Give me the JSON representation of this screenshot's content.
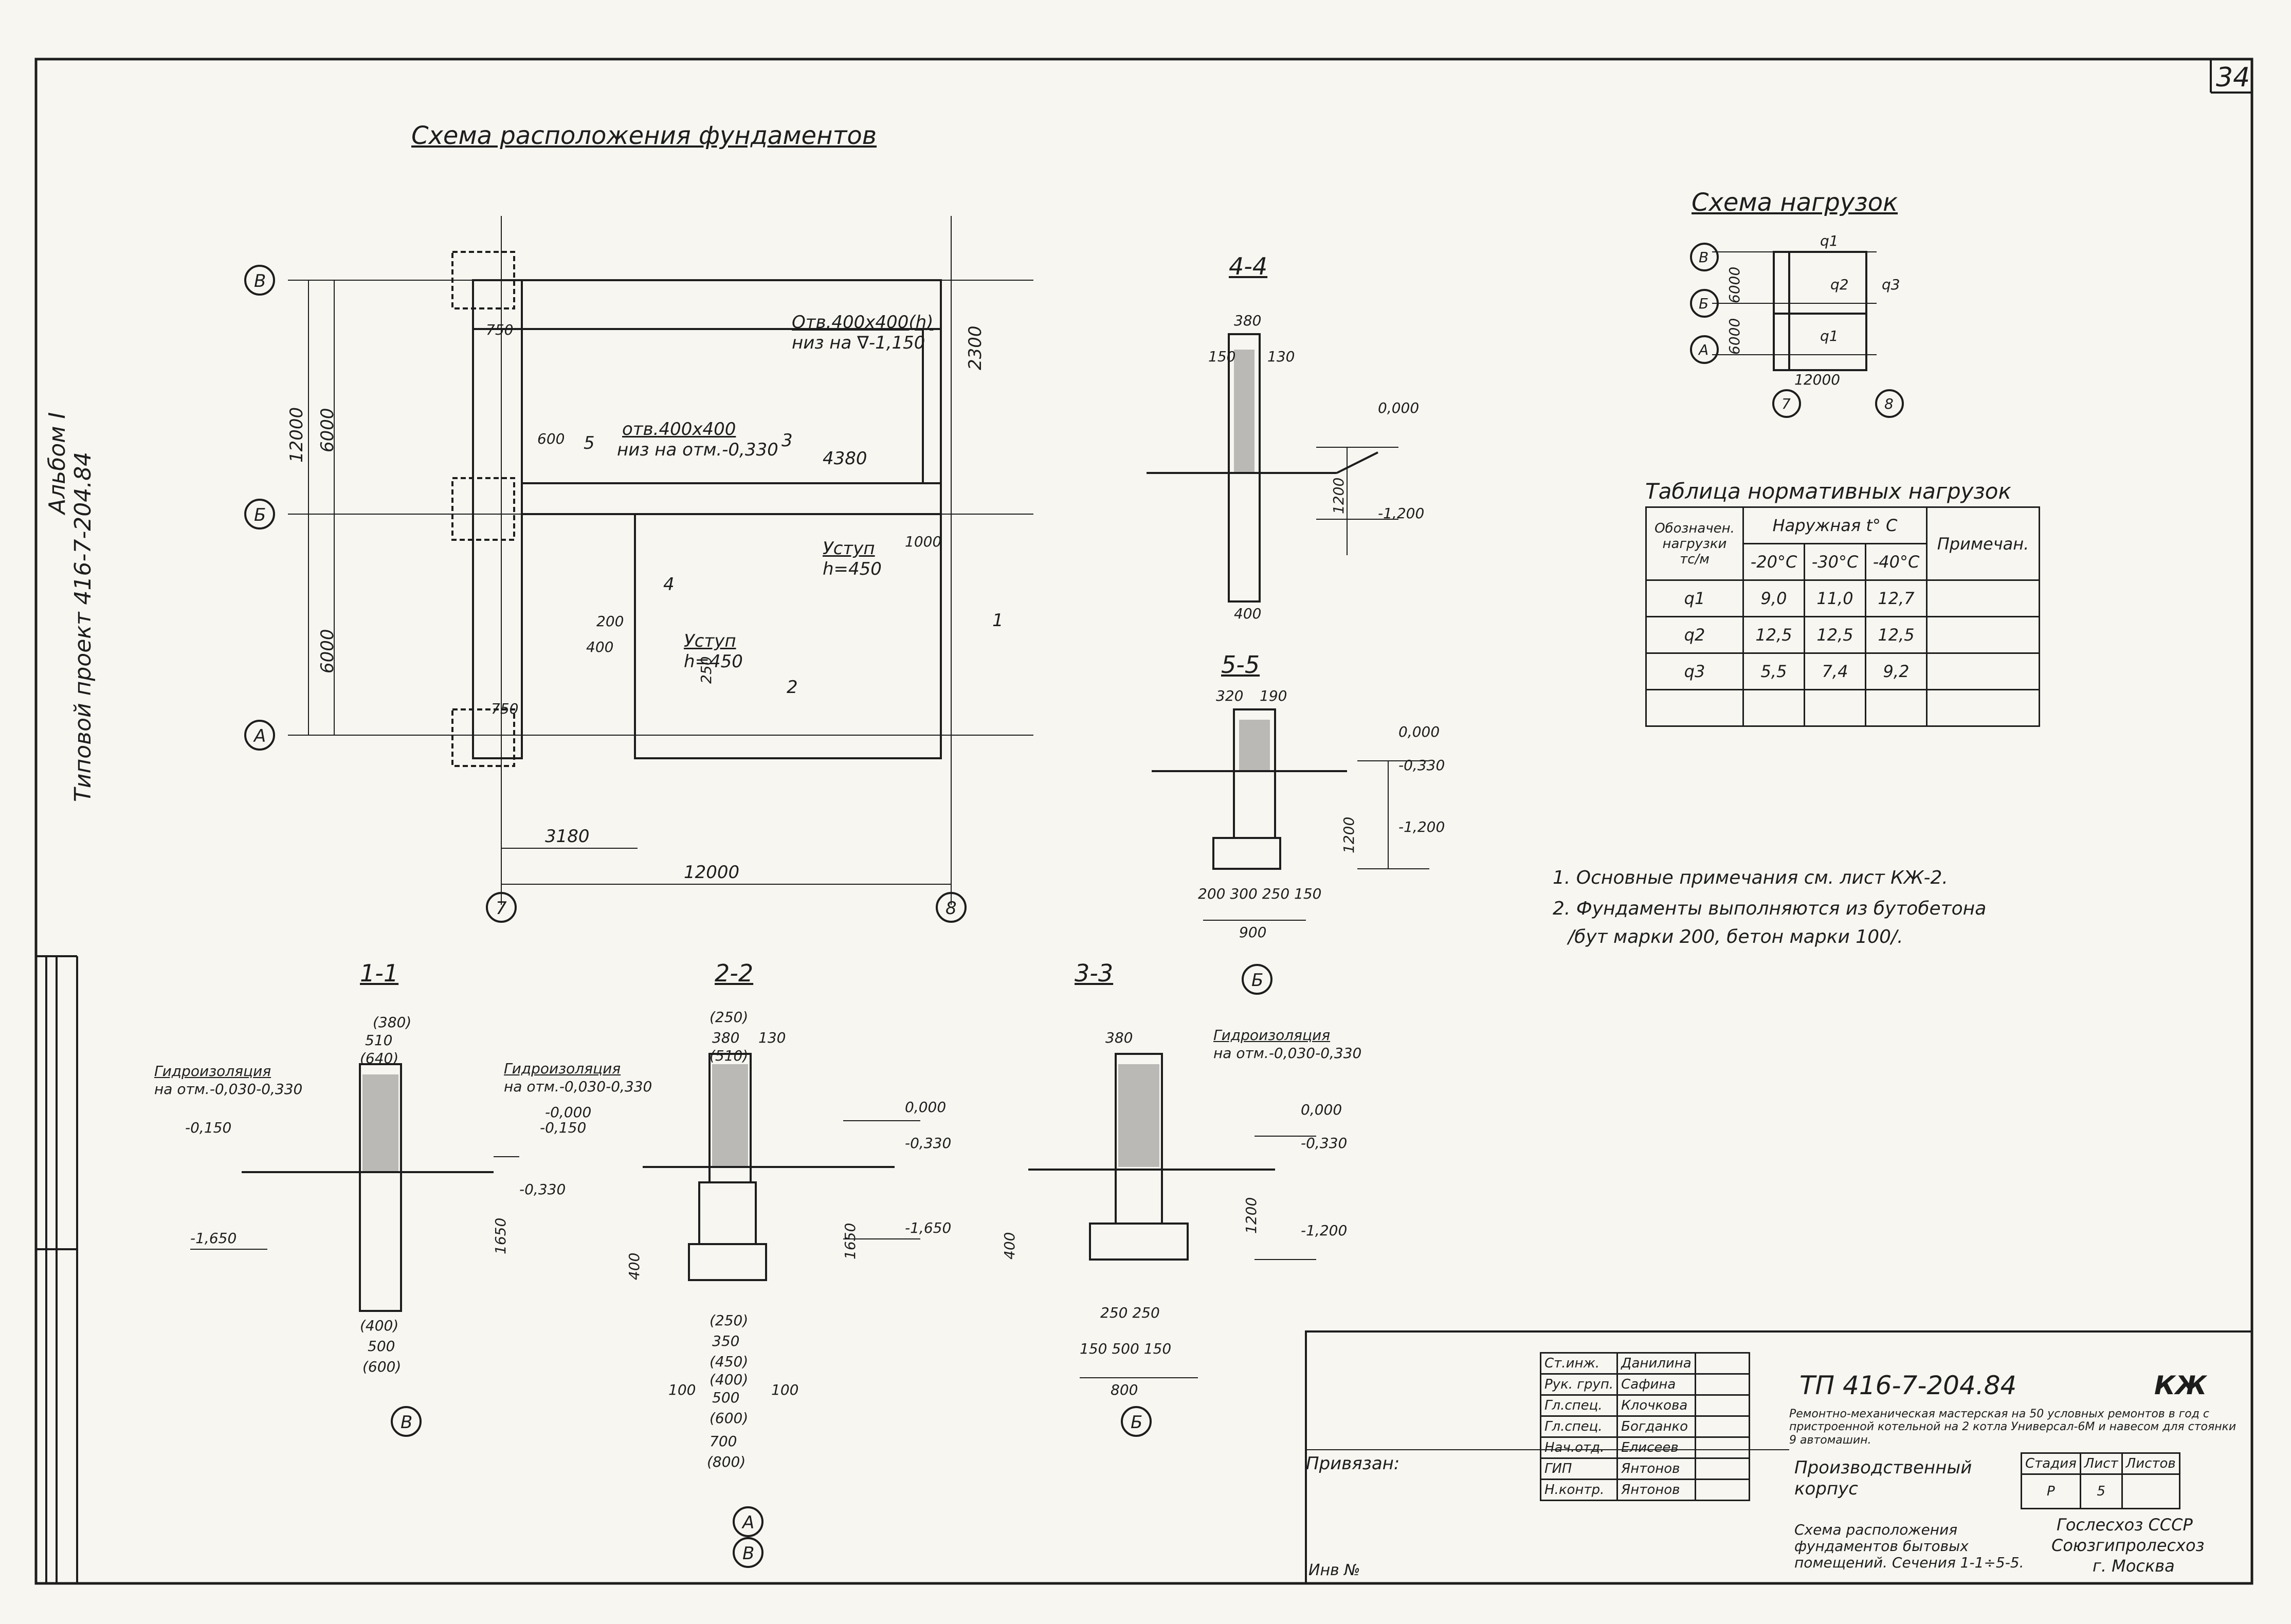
{
  "sheet": {
    "page_number": "34",
    "album": "Альбом I",
    "project_code_vertical": "Типовой проект 416-7-204.84"
  },
  "foundation_plan": {
    "title": "Схема расположения фундаментов",
    "axis_labels": [
      "В",
      "Б",
      "А",
      "7",
      "8"
    ],
    "dims": {
      "overall_width": "12000",
      "left_part": "3180",
      "height_total": "12000",
      "height_upper": "6000",
      "height_lower": "6000",
      "mid_inner": "4380",
      "right_upper": "2300",
      "d750a": "750",
      "d750b": "750",
      "d600": "600",
      "d400": "400",
      "d200": "200",
      "d1000": "1000",
      "d250": "250"
    },
    "notes": {
      "opening_upper": "Отв.400х400(h)",
      "opening_upper_level": "низ на ∇-1,150",
      "opening_mid": "отв.400х400",
      "opening_mid_level": "низ на отм.-0,330",
      "step1": "Уступ",
      "step1_h": "h=450",
      "step2": "Уступ",
      "step2_h": "h=450"
    },
    "cuts": [
      "1",
      "2",
      "3",
      "4",
      "5"
    ]
  },
  "section_4_4": {
    "title": "4-4",
    "level1": "0,000",
    "level2": "-1,200",
    "dim_height": "1200",
    "dim_top": "380",
    "dim_a": "150",
    "dim_b": "130",
    "dim_bottom": "400"
  },
  "section_5_5": {
    "title": "5-5",
    "level1": "0,000",
    "level2": "-0,330",
    "level3": "-1,200",
    "dim_height": "1200",
    "dim_top_a": "320",
    "dim_top_b": "190",
    "dim_bottom_parts": "200 300 250 150",
    "dim_base": "900",
    "axis": "Б"
  },
  "load_scheme": {
    "title": "Схема нагрузок",
    "axes": [
      "В",
      "Б",
      "А",
      "7",
      "8"
    ],
    "loads": [
      "q1",
      "q2",
      "q3",
      "q1"
    ],
    "dims": [
      "6000",
      "6000",
      "12000"
    ]
  },
  "loads_table": {
    "title": "Таблица нормативных нагрузок",
    "header_designation": "Обозначен. нагрузки тс/м",
    "header_temp": "Наружная t° C",
    "header_note": "Примечан.",
    "temps": [
      "-20°C",
      "-30°C",
      "-40°C"
    ],
    "rows": [
      {
        "name": "q1",
        "values": [
          "9,0",
          "11,0",
          "12,7"
        ]
      },
      {
        "name": "q2",
        "values": [
          "12,5",
          "12,5",
          "12,5"
        ]
      },
      {
        "name": "q3",
        "values": [
          "5,5",
          "7,4",
          "9,2"
        ]
      }
    ]
  },
  "notes": {
    "n1": "1. Основные примечания см. лист КЖ-2.",
    "n2a": "2. Фундаменты выполняются из бутобетона",
    "n2b": "/бут марки 200, бетон марки 100/."
  },
  "section_1_1": {
    "title": "1-1",
    "waterproof": "Гидроизоляция",
    "waterproof_level": "на отм.-0,030-0,330",
    "level1": "-0,150",
    "level2": "-0,330",
    "level3": "-1,650",
    "dim_height": "1650",
    "dim_top": "(380)",
    "dim_top2": "510",
    "dim_top3": "(640)",
    "dim_bot1": "(400)",
    "dim_bot2": "500",
    "dim_bot3": "(600)",
    "axis": "В"
  },
  "section_2_2": {
    "title": "2-2",
    "waterproof": "Гидроизоляция",
    "waterproof_level": "на отм.-0,030-0,330",
    "level0": "-0,000",
    "level1": "-0,150",
    "level2": "0,000",
    "level3": "-0,330",
    "level4": "-1,650",
    "dim_height": "1650",
    "dim_step": "400",
    "dim_top": "(250)",
    "dim_top2": "380",
    "dim_top3": "130",
    "dim_top4": "(510)",
    "dim_bot_list": [
      "(250)",
      "350",
      "(450)",
      "(400)",
      "500",
      "(600)",
      "700",
      "(800)"
    ],
    "dim_side": "100",
    "axes": [
      "А",
      "В"
    ]
  },
  "section_3_3": {
    "title": "3-3",
    "waterproof": "Гидроизоляция",
    "waterproof_level": "на отм.-0,030-0,330",
    "level1": "0,000",
    "level2": "-0,330",
    "level3": "-1,200",
    "dim_height": "1200",
    "dim_step": "400",
    "dim_top": "380",
    "dim_bot1": "250 250",
    "dim_bot2": "150 500 150",
    "dim_bot3": "800",
    "axis": "Б"
  },
  "stamp": {
    "code": "ТП 416-7-204.84",
    "mark": "КЖ",
    "project_name": "Ремонтно-механическая мастерская на 50 условных ремонтов в год с пристроенной котельной на 2 котла Универсал-6М и навесом для стоянки 9 автомашин.",
    "building": "Производственный корпус",
    "stage_header": "Стадия",
    "sheet_header": "Лист",
    "sheets_header": "Листов",
    "stage": "Р",
    "sheet": "5",
    "drawing_name": "Схема расположения фундаментов бытовых помещений. Сечения 1-1÷5-5.",
    "org1": "Гослесхоз СССР",
    "org2": "Союзгипролесхоз",
    "org3": "г. Москва",
    "privyazan": "Привязан:",
    "inv": "Инв №",
    "roles": [
      {
        "role": "Ст.инж.",
        "name": "Данилина"
      },
      {
        "role": "Рук. груп.",
        "name": "Сафина"
      },
      {
        "role": "Гл.спец.",
        "name": "Клочкова"
      },
      {
        "role": "Гл.спец.",
        "name": "Богданко"
      },
      {
        "role": "Нач.отд.",
        "name": "Елисеев"
      },
      {
        "role": "ГИП",
        "name": "Янтонов"
      },
      {
        "role": "Н.контр.",
        "name": "Янтонов"
      }
    ]
  }
}
